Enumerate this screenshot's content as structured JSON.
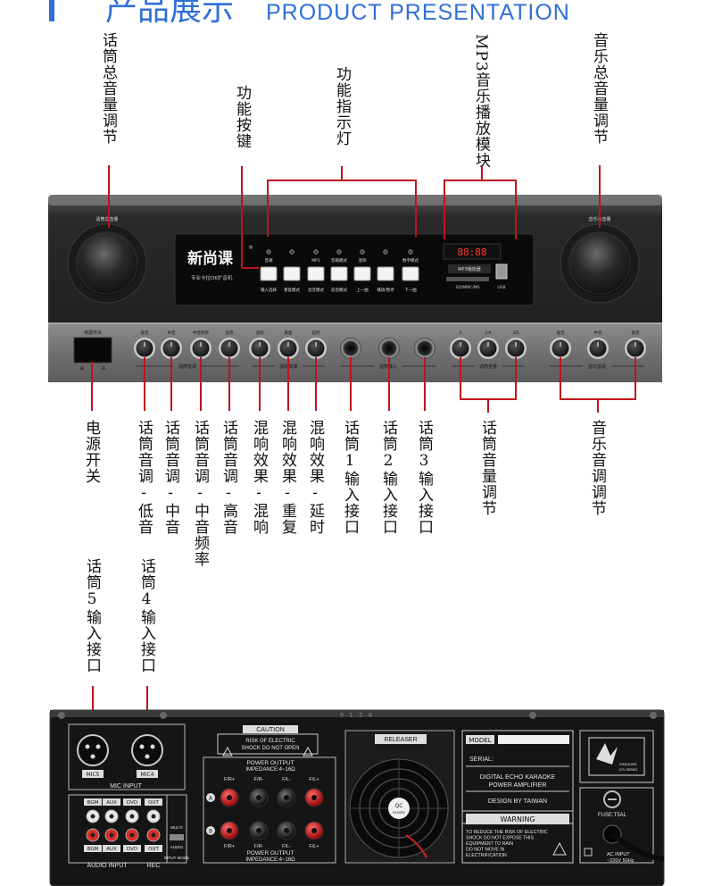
{
  "header": {
    "title_cn": "产品展示",
    "title_en": "PRODUCT PRESENTATION"
  },
  "colors": {
    "header_blue": "#2f6fd8",
    "callout_red": "#c0141a",
    "panel_dark": "#1a1a1a"
  },
  "callouts_top": {
    "mic_master": "话筒总音量调节",
    "function_buttons": "功能按键",
    "function_lights": "功能指示灯",
    "mp3_module": "MP3音乐播放模块",
    "music_master": "音乐总音量调节"
  },
  "callouts_bottom": {
    "power_switch": "电源开关",
    "mic_bass": "话筒音调-低音",
    "mic_mid": "话筒音调-中音",
    "mic_mid_freq": "话筒音调-中音频率",
    "mic_treble": "话筒音调-高音",
    "echo_reverb": "混响效果-混响",
    "echo_repeat": "混响效果-重复",
    "echo_delay": "混响效果-延时",
    "mic1_input": "话筒1输入接口",
    "mic2_input": "话筒2输入接口",
    "mic3_input": "话筒3输入接口",
    "mic_volume": "话筒音量调节",
    "music_tone": "音乐音调调节"
  },
  "callouts_rear": {
    "mic5_input": "话筒5输入接口",
    "mic4_input": "话筒4输入接口"
  },
  "front_panel": {
    "brand": "新尚课",
    "brand_sub": "专业卡拉OK扩音机",
    "mic_total_label": "话筒总音量",
    "music_total_label": "音乐总音量",
    "power_label": "电源开关",
    "power_off": "关",
    "power_on": "开",
    "mp3_label": "MP3播放器",
    "sd_label": "SD/MMC/MS",
    "usb_label": "USB",
    "indicator_labels": [
      "普通",
      "",
      "MP3",
      "音箱模式",
      "混响",
      "",
      "数字模式"
    ],
    "button_labels": [
      "输入选择",
      "重复模式",
      "混音模式",
      "前后模式",
      "上一曲",
      "播放/暂停",
      "下一曲"
    ],
    "group_labels": [
      "话筒音调",
      "混响效果",
      "话筒输入",
      "话筒音量",
      "音乐音调"
    ],
    "knob_labels": [
      "低音",
      "中音",
      "中音频率",
      "高音",
      "混响",
      "重复",
      "延时",
      "",
      "",
      "",
      "1",
      "2/4",
      "3/5",
      "低音",
      "中音",
      "高音"
    ],
    "display_value": "88:88"
  },
  "rear_panel": {
    "mic_input_title": "MIC INPUT",
    "mic_ports": [
      "MIC5",
      "MIC4"
    ],
    "audio_input_title": "AUDIO INPUT",
    "rec_label": "REC",
    "input_mode_label": "INPUT MODE",
    "multi_label": "MULTI",
    "audio_label": "AUDIO",
    "rca_top_labels": [
      "BGM",
      "AUX",
      "DVD",
      "OUT"
    ],
    "rca_bottom_labels": [
      "BGM",
      "AUX",
      "DVD",
      "OUT"
    ],
    "caution_title": "CAUTION",
    "caution_text_1": "RISK OF ELECTRIC",
    "caution_text_2": "SHOCK DO NOT OPEN",
    "power_output_title": "POWER OUTPUT",
    "impedance": "IMPEDANCE:4~16Ω",
    "terminal_labels_top": [
      "F/R+",
      "F/R-",
      "F/L-",
      "F/L+"
    ],
    "terminal_labels_bottom": [
      "F/R+",
      "F/R-",
      "F/L-",
      "F/L+"
    ],
    "row_labels": [
      "A",
      "B"
    ],
    "releaser": "RELEASER",
    "qc_label": "QC",
    "qc_sub": "PASSED",
    "model_label": "MODEL",
    "serial_label": "SERIAL:",
    "product_line_1": "DIGITAL ECHO KARAOKE",
    "product_line_2": "POWER AMPLIFIER",
    "design": "DESIGN BY TAIWAN",
    "warning_title": "WARNING",
    "warning_lines": [
      "TO REDUCE THE RISK OF ELECTRIC",
      "SHOCK DO NOT EXPOSE THIS",
      "EQUIPMENT TO RAIN",
      "DO NOT MOVE IN",
      "ELECTRIFICATION"
    ],
    "logo_text": "KARAOKE",
    "logo_sub": "KTV SERIES",
    "fuse_label": "FUSE:T5AL",
    "ac_input": "AC INPUT",
    "ac_value": "~220V 50Hz",
    "top_marks": "9 1 5 8"
  }
}
